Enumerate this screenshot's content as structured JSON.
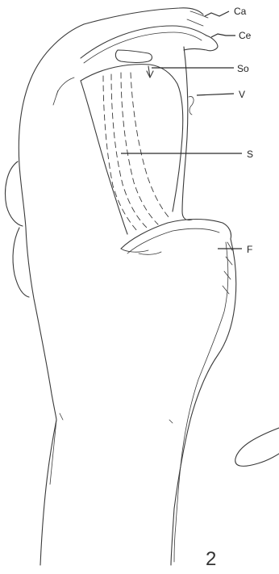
{
  "figure": {
    "number": "2"
  },
  "labels": {
    "ca": "Ca",
    "ce": "Ce",
    "so": "So",
    "v": "V",
    "s": "S",
    "f": "F"
  }
}
